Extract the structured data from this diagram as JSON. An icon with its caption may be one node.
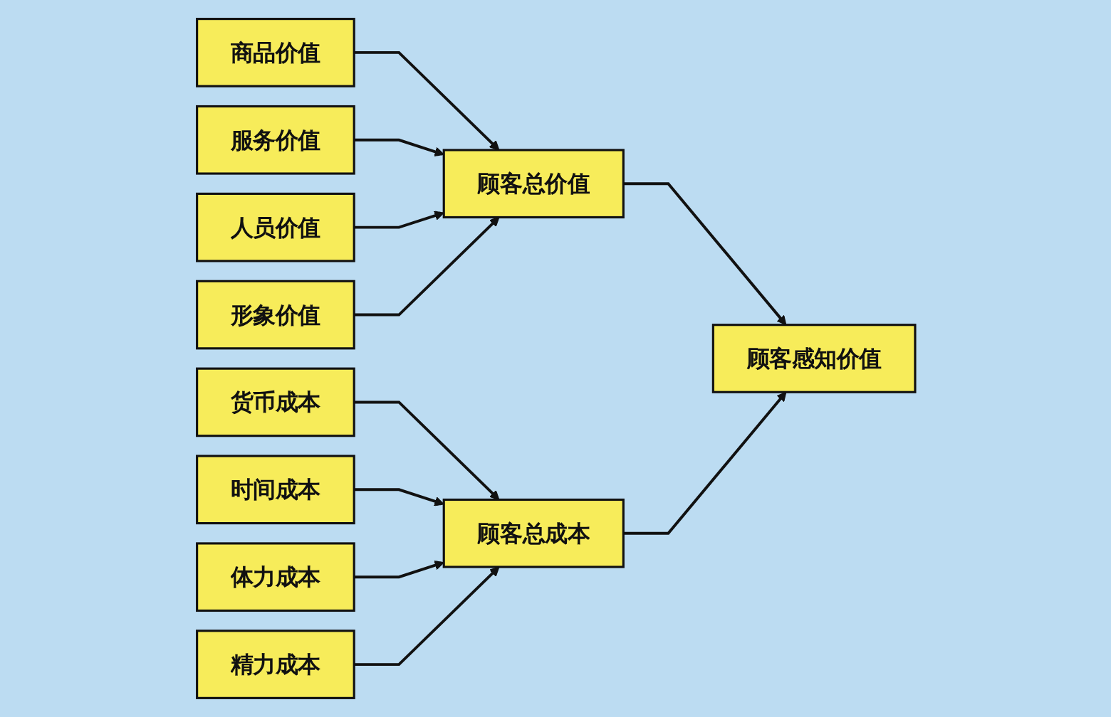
{
  "diagram": {
    "nodes": [
      {
        "text": [
          "商品价值"
        ]
      },
      {
        "text": [
          "服务价值"
        ]
      },
      {
        "text": [
          "人员价值"
        ]
      },
      {
        "text": [
          "形象价值"
        ]
      },
      {
        "text": [
          "货币成本"
        ]
      },
      {
        "text": [
          "时间成本"
        ]
      },
      {
        "text": [
          "体力成本"
        ]
      },
      {
        "text": [
          "精力成本"
        ]
      },
      {
        "text": [
          "顾客总价值"
        ]
      },
      {
        "text": [
          "顾客总成本"
        ]
      },
      {
        "text": [
          "顾客感知价值"
        ]
      }
    ],
    "edges": [
      {
        "from": 0,
        "to": 8,
        "arrow": "to"
      },
      {
        "from": 1,
        "to": 8,
        "arrow": "to"
      },
      {
        "from": 2,
        "to": 8,
        "arrow": "to"
      },
      {
        "from": 3,
        "to": 8,
        "arrow": "to"
      },
      {
        "from": 4,
        "to": 9,
        "arrow": "to"
      },
      {
        "from": 5,
        "to": 9,
        "arrow": "to"
      },
      {
        "from": 6,
        "to": 9,
        "arrow": "to"
      },
      {
        "from": 7,
        "to": 9,
        "arrow": "to"
      },
      {
        "from": 8,
        "to": 10,
        "arrow": "to"
      },
      {
        "from": 9,
        "to": 10,
        "arrow": "to"
      }
    ]
  }
}
